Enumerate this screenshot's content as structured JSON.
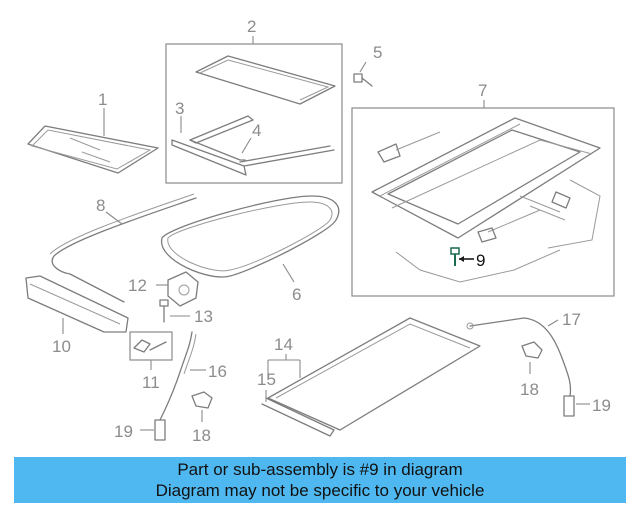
{
  "callouts": {
    "c1": "1",
    "c2": "2",
    "c3": "3",
    "c4": "4",
    "c5": "5",
    "c6": "6",
    "c7": "7",
    "c8": "8",
    "c9": "9",
    "c10": "10",
    "c11": "11",
    "c12": "12",
    "c13": "13",
    "c14": "14",
    "c15": "15",
    "c16": "16",
    "c17": "17",
    "c18a": "18",
    "c18b": "18",
    "c19a": "19",
    "c19b": "19"
  },
  "highlight_part": "9",
  "colors": {
    "banner_bg": "#4fb8f0",
    "line": "#7d7d7d",
    "highlight_bolt": "#1a6b4f"
  },
  "banner": {
    "line1": "Part or sub-assembly is #9 in diagram",
    "line2": "Diagram may not be specific to your vehicle"
  }
}
